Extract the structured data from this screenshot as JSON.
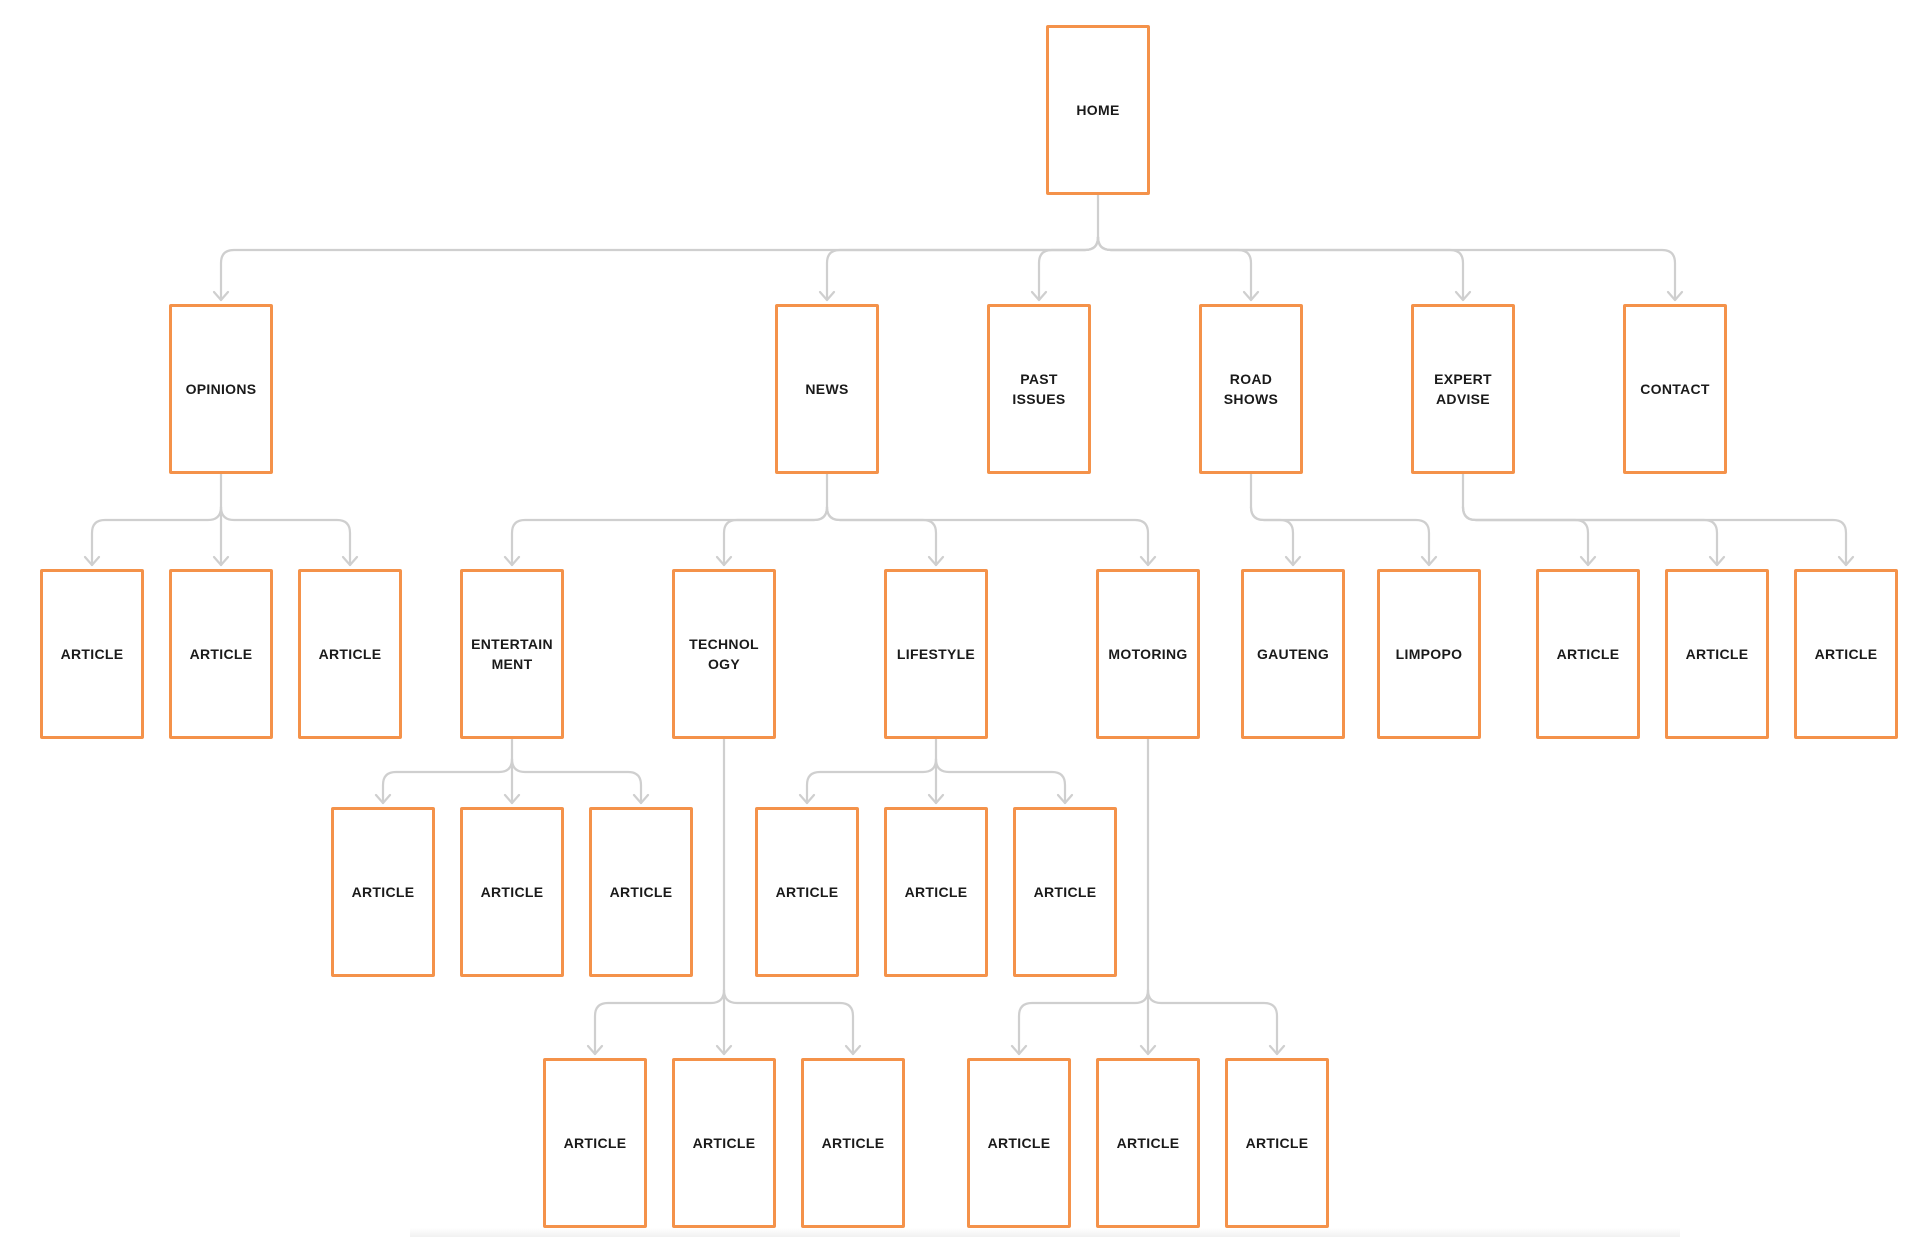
{
  "sitemap": {
    "colors": {
      "node_border": "#f4924a",
      "connector": "#cfcfcf",
      "text": "#1a1a1a"
    },
    "home": {
      "label": "HOME"
    },
    "opinions": {
      "label": "OPINIONS",
      "articles": [
        "ARTICLE",
        "ARTICLE",
        "ARTICLE"
      ]
    },
    "news": {
      "label": "NEWS",
      "entertainment": {
        "label": "ENTERTAIN\nMENT",
        "articles": [
          "ARTICLE",
          "ARTICLE",
          "ARTICLE"
        ]
      },
      "technology": {
        "label": "TECHNOL\nOGY",
        "articles": [
          "ARTICLE",
          "ARTICLE",
          "ARTICLE"
        ]
      },
      "lifestyle": {
        "label": "LIFESTYLE",
        "articles": [
          "ARTICLE",
          "ARTICLE",
          "ARTICLE"
        ]
      },
      "motoring": {
        "label": "MOTORING",
        "articles": [
          "ARTICLE",
          "ARTICLE",
          "ARTICLE"
        ]
      }
    },
    "past_issues": {
      "label": "PAST\nISSUES"
    },
    "road_shows": {
      "label": "ROAD\nSHOWS",
      "gauteng": {
        "label": "GAUTENG"
      },
      "limpopo": {
        "label": "LIMPOPO"
      }
    },
    "expert_advise": {
      "label": "EXPERT\nADVISE",
      "articles": [
        "ARTICLE",
        "ARTICLE",
        "ARTICLE"
      ]
    },
    "contact": {
      "label": "CONTACT"
    }
  }
}
